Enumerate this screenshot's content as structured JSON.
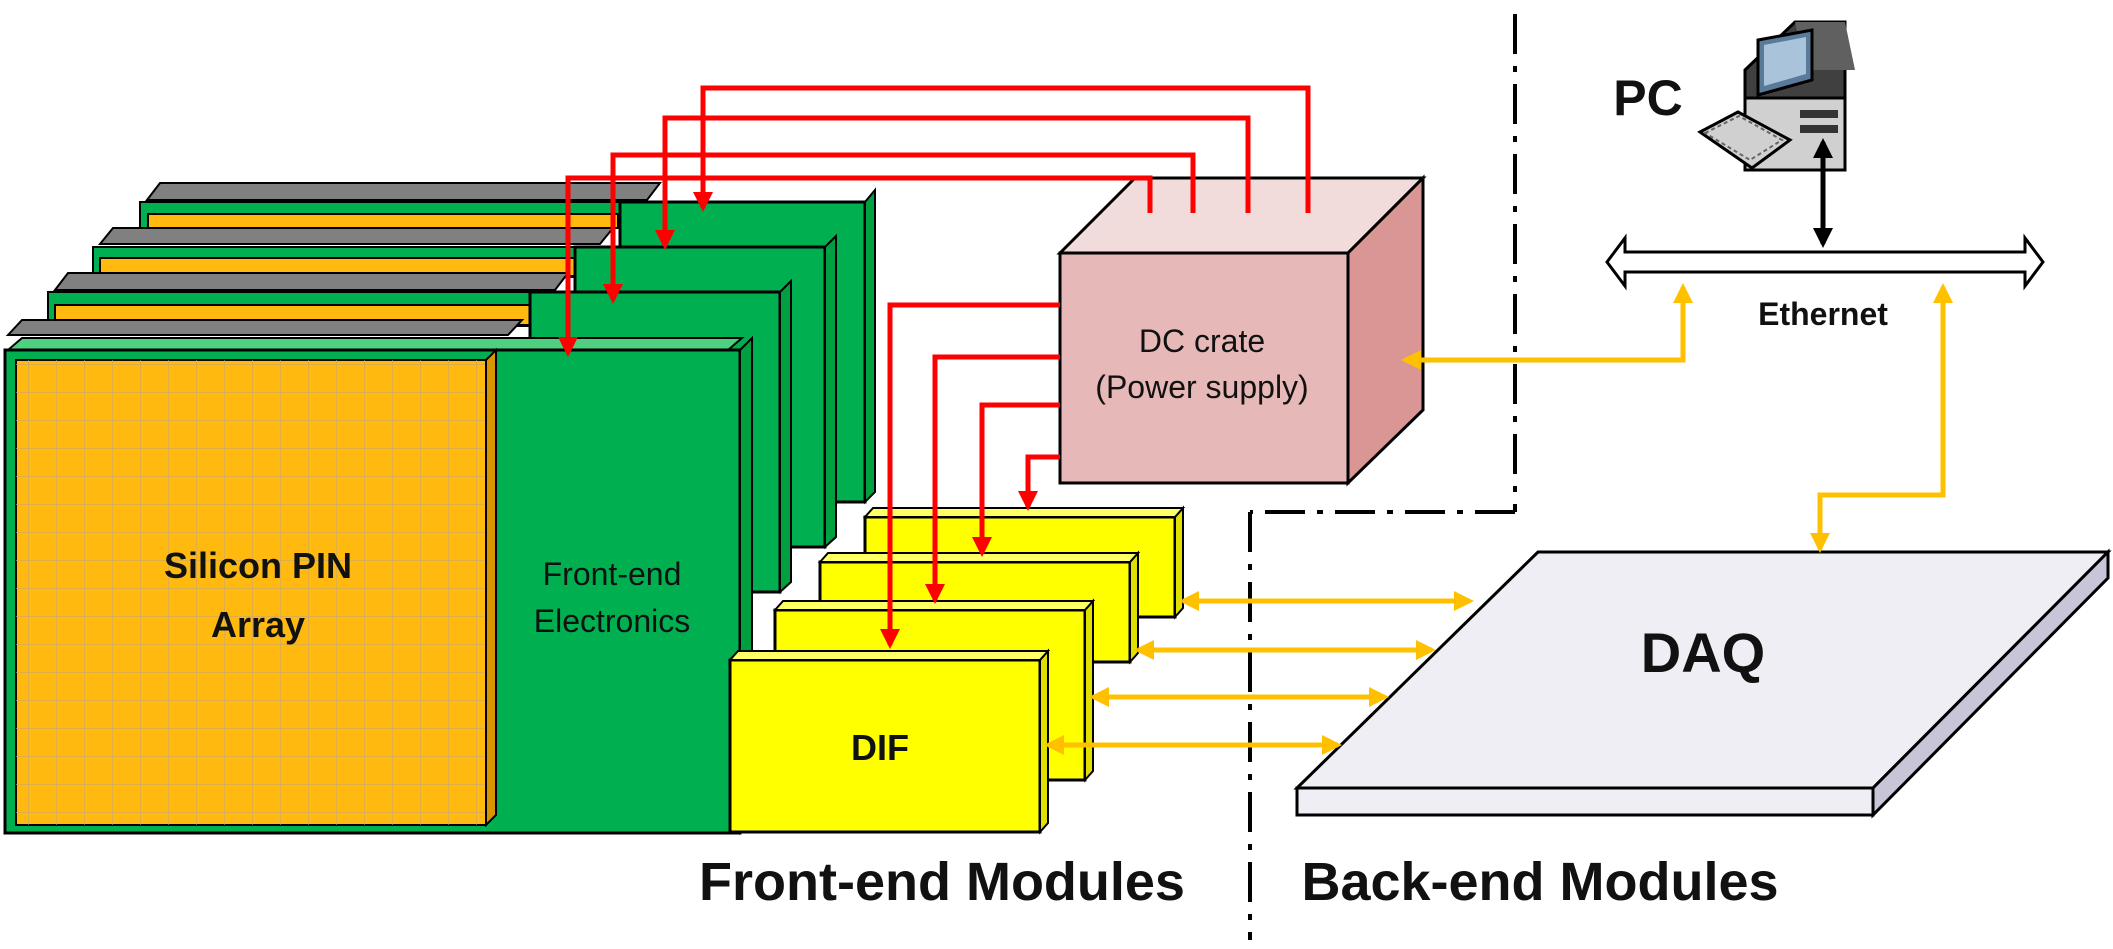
{
  "labels": {
    "silicon_line1": "Silicon PIN",
    "silicon_line2": "Array",
    "frontend_line1": "Front-end",
    "frontend_line2": "Electronics",
    "dif": "DIF",
    "dc_line1": "DC crate",
    "dc_line2": "(Power supply)",
    "ethernet": "Ethernet",
    "pc": "PC",
    "daq": "DAQ",
    "frontend_modules": "Front-end Modules",
    "backend_modules": "Back-end Modules"
  },
  "colors": {
    "pcb_green": "#00b050",
    "silicon_orange": "#ffb90f",
    "dif_yellow": "#ffff00",
    "dc_crate_pink": "#e6b8b7",
    "daq_lavender": "#f0eef5",
    "power_line_red": "#ff0000",
    "data_line_amber": "#ffc000",
    "ethernet_line_black": "#000000"
  },
  "icons": {
    "pc": "desktop-computer-icon"
  }
}
